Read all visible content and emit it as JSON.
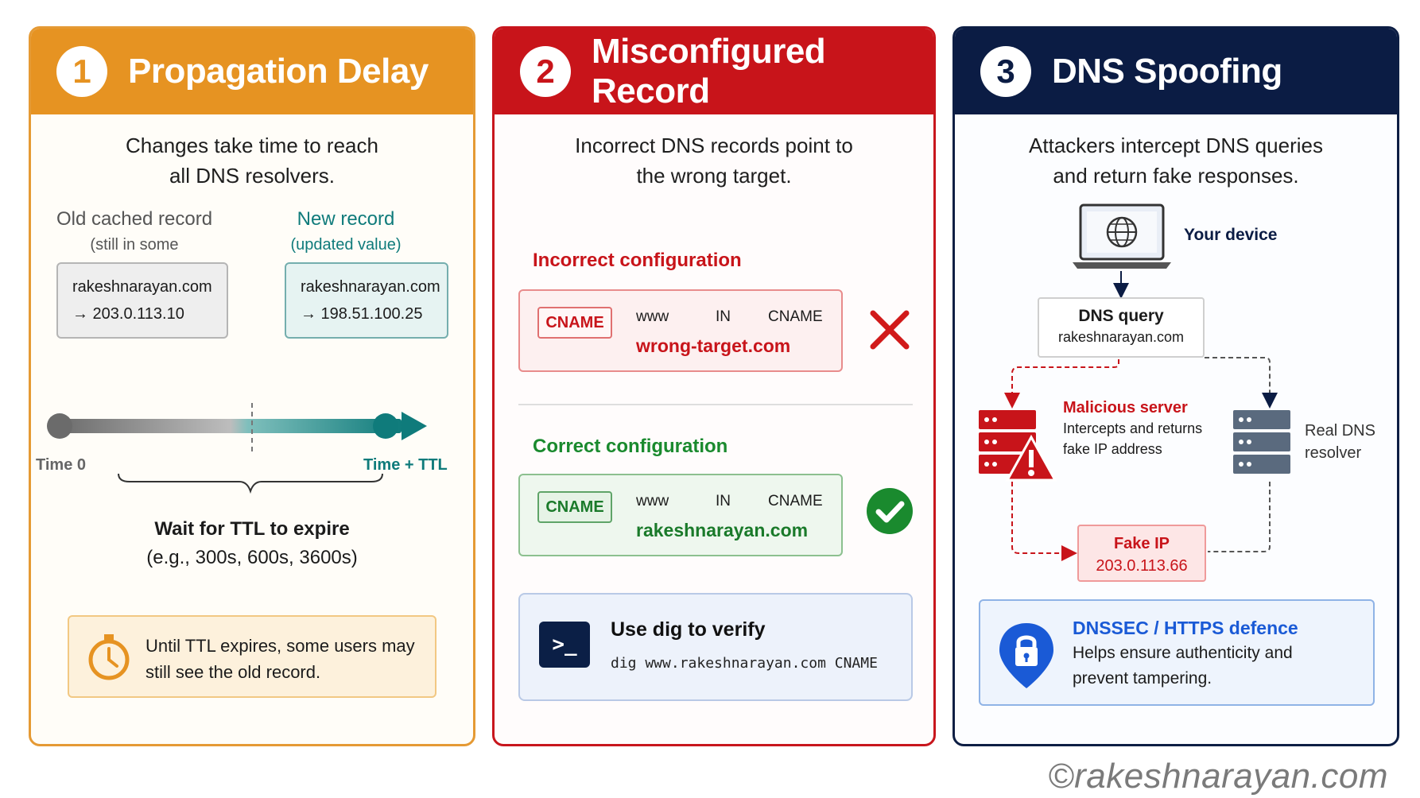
{
  "panels": [
    {
      "number": "1",
      "title": "Propagation Delay",
      "intro_line1": "Changes take time to reach",
      "intro_line2": "all DNS resolvers.",
      "old_label": "Old cached record",
      "old_sub": "(still in some resolvers)",
      "new_label": "New record",
      "new_sub": "(updated value)",
      "old_domain": "rakeshnarayan.com",
      "old_ip": "→ 203.0.113.10",
      "new_domain": "rakeshnarayan.com",
      "new_ip": "→ 198.51.100.25",
      "time0": "Time 0",
      "time_ttl": "Time + TTL",
      "wait_title": "Wait for TTL to expire",
      "wait_examples": "(e.g., 300s, 600s, 3600s)",
      "note_line1": "Until TTL expires, some users may",
      "note_line2": "still see the old record."
    },
    {
      "number": "2",
      "title": "Misconfigured Record",
      "intro_line1": "Incorrect DNS records point to",
      "intro_line2": "the wrong target.",
      "incorrect_label": "Incorrect configuration",
      "incorrect_type": "CNAME",
      "incorrect_host": "www",
      "incorrect_class": "IN",
      "incorrect_rtype": "CNAME",
      "incorrect_target_red": "wrong-target",
      "incorrect_target_rest": ".com",
      "correct_label": "Correct configuration",
      "correct_type": "CNAME",
      "correct_host": "www",
      "correct_class": "IN",
      "correct_rtype": "CNAME",
      "correct_target": "rakeshnarayan.com",
      "verify_title": "Use dig to verify",
      "verify_cmd": "dig www.rakeshnarayan.com CNAME",
      "terminal_glyph": ">_"
    },
    {
      "number": "3",
      "title": "DNS Spoofing",
      "intro_line1": "Attackers intercept DNS queries",
      "intro_line2": "and return fake responses.",
      "device_label": "Your device",
      "query_title": "DNS query",
      "query_domain": "rakeshnarayan.com",
      "malicious_title": "Malicious server",
      "malicious_line1": "Intercepts and returns",
      "malicious_line2": "fake IP address",
      "real_line1": "Real DNS",
      "real_line2": "resolver",
      "fake_title": "Fake IP",
      "fake_ip": "203.0.113.66",
      "dnssec_title": "DNSSEC / HTTPS defence",
      "dnssec_line1": "Helps ensure authenticity and",
      "dnssec_line2": "prevent tampering."
    }
  ],
  "watermark": "©rakeshnarayan.com",
  "colors": {
    "orange": "#e69322",
    "red": "#c8141a",
    "navy": "#0b1c44",
    "teal": "#0f7b7b",
    "green": "#1a8a2e",
    "blue": "#1a5ad6"
  }
}
